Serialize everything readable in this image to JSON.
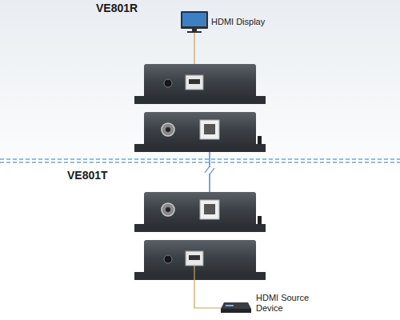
{
  "diagram": {
    "labels": [
      "VE801R",
      "HDMI Display",
      "VE801T",
      "HDMI Source Device"
    ]
  }
}
